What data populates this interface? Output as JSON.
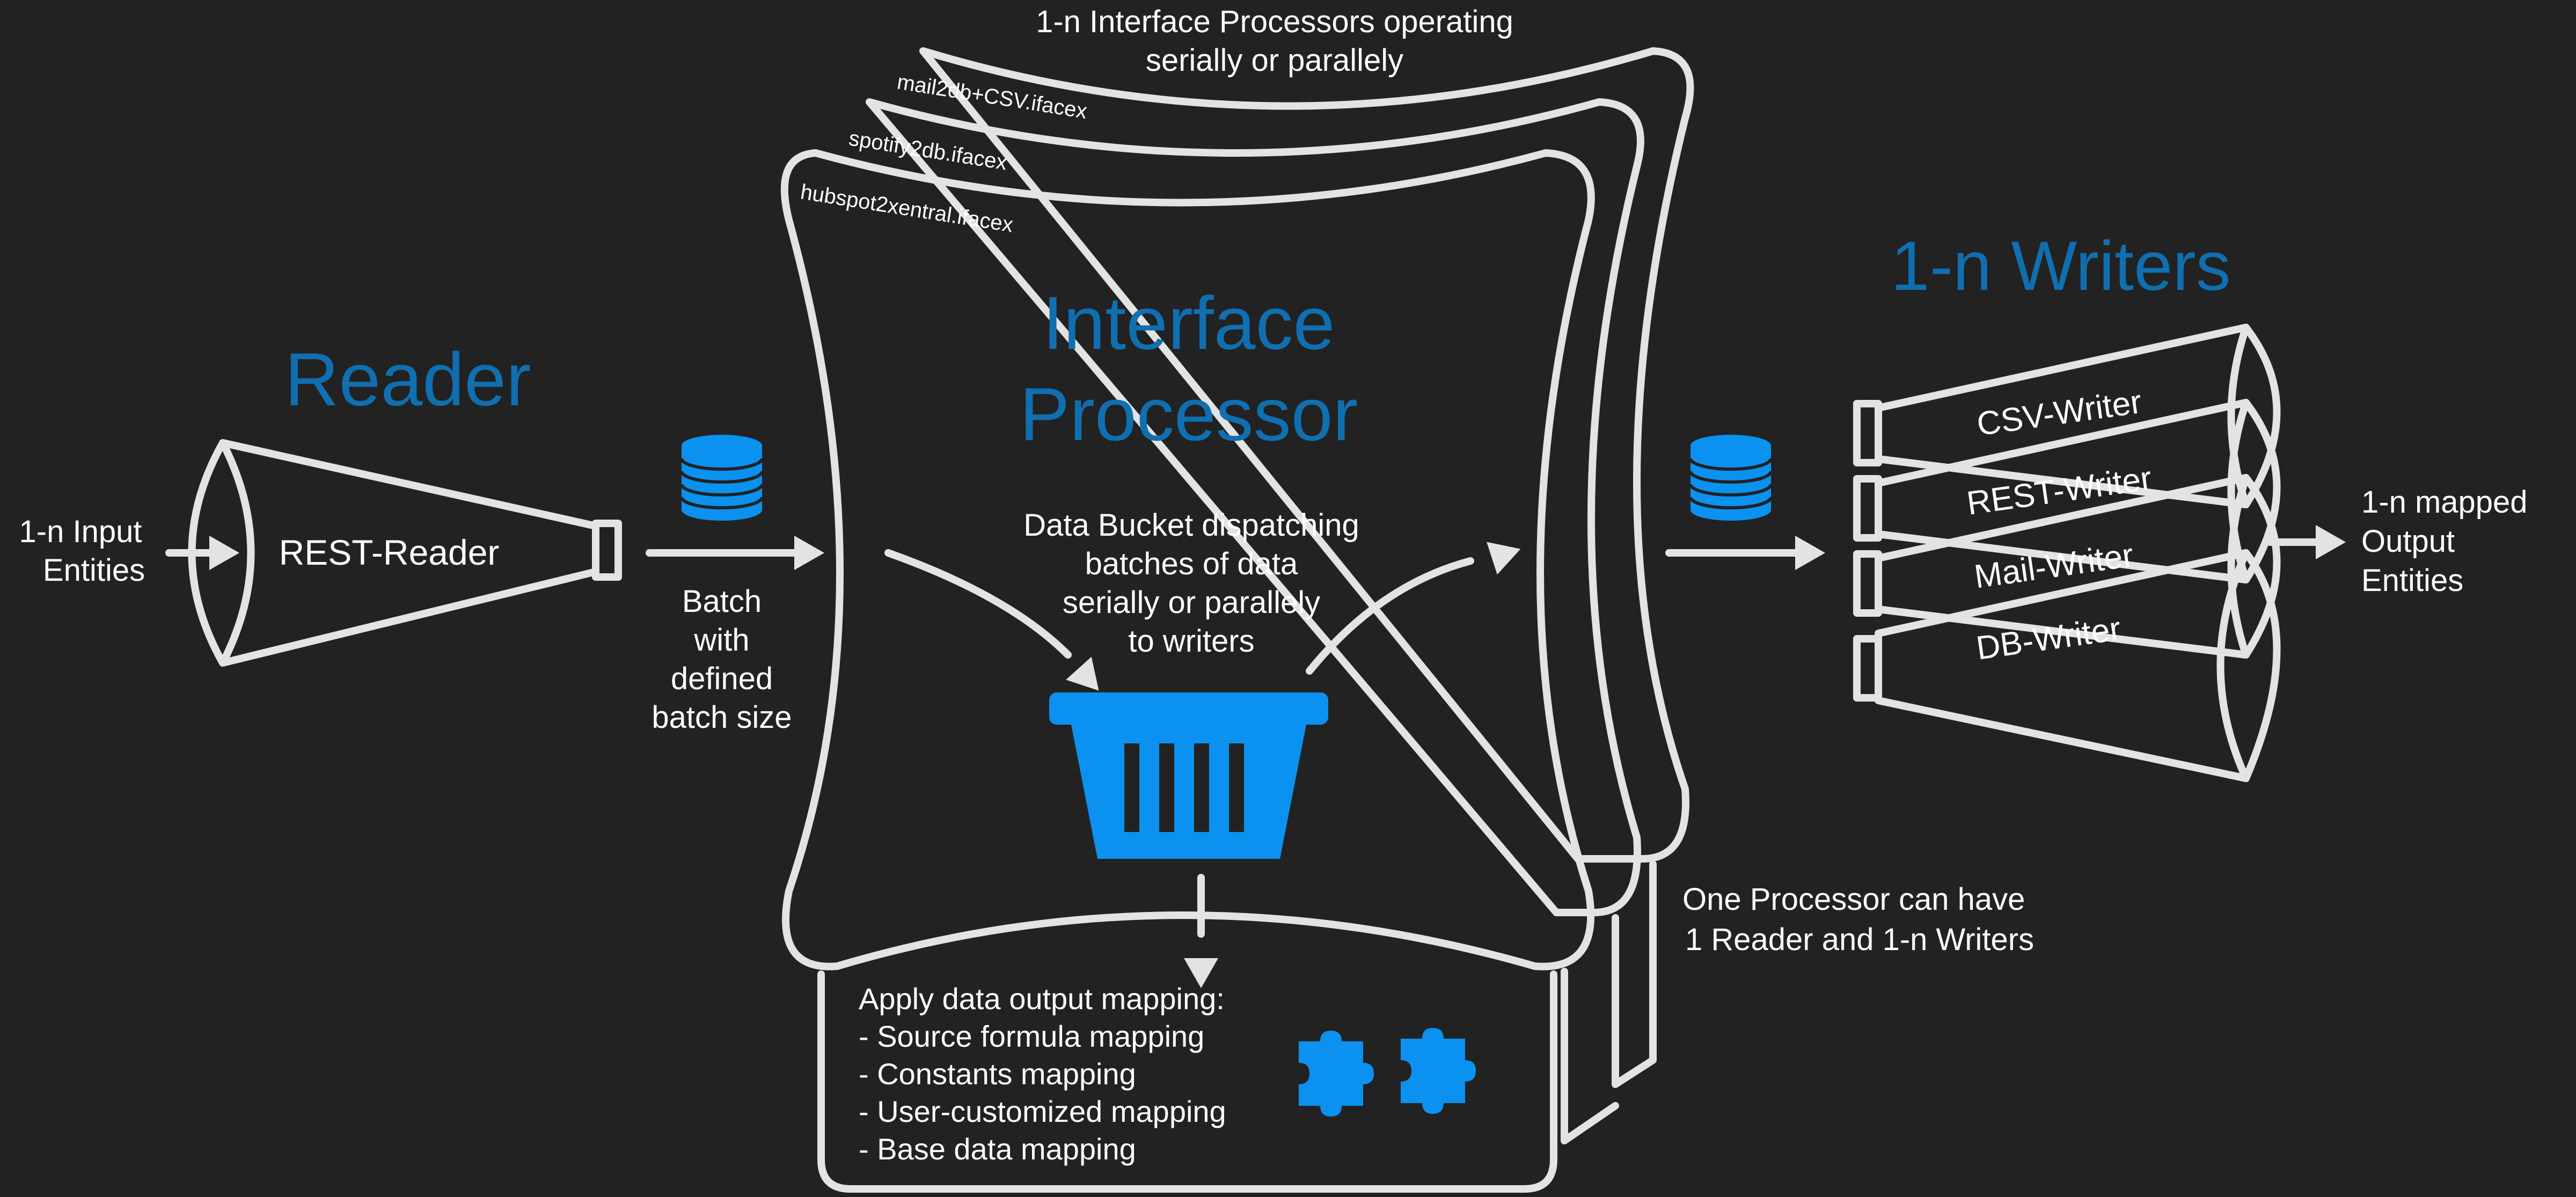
{
  "title_top": [
    "1-n Interface Processors operating",
    "serially or parallely"
  ],
  "file_tabs": [
    "mail2db+CSV.ifacex",
    "spotify2db.ifacex",
    "hubspot2xentral.ifacex"
  ],
  "reader": {
    "heading": "Reader",
    "input_label": [
      "1-n Input",
      "Entities"
    ],
    "name": "REST-Reader",
    "batch_label": [
      "Batch",
      "with",
      "defined",
      "batch size"
    ]
  },
  "processor": {
    "heading": [
      "Interface",
      "Processor"
    ],
    "bucket_text": [
      "Data Bucket dispatching",
      "batches of data",
      "serially or parallely",
      "to writers"
    ],
    "mapping_lines": [
      "Apply data output mapping:",
      "- Source formula mapping",
      "- Constants mapping",
      "- User-customized mapping",
      "- Base data mapping"
    ],
    "note": [
      "One Processor can have",
      "1 Reader and 1-n Writers"
    ]
  },
  "writers": {
    "heading": "1-n Writers",
    "names": [
      "CSV-Writer",
      "REST-Writer",
      "Mail-Writer",
      "DB-Writer"
    ],
    "output_label": [
      "1-n mapped",
      "Output",
      "Entities"
    ]
  },
  "colors": {
    "heading_blue": "#0f6fb0",
    "icon_blue": "#0b92f0",
    "line": "#e3e3e3",
    "background": "#222222"
  },
  "icons": [
    "database-icon",
    "basket-icon",
    "puzzle-icon"
  ]
}
